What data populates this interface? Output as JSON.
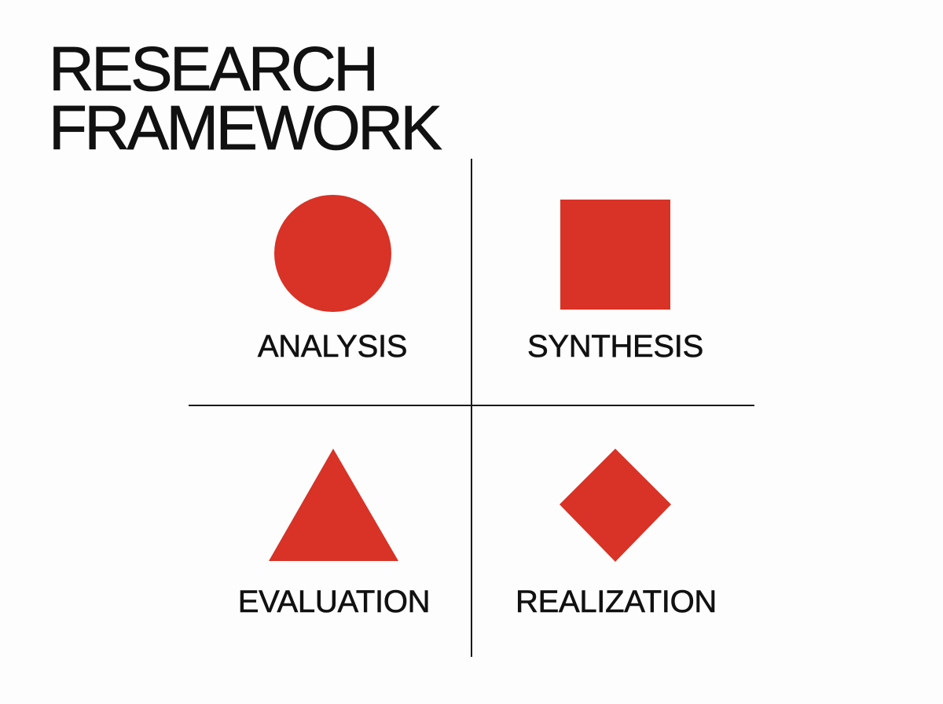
{
  "title": {
    "line1": "RESEARCH",
    "line2": "FRAMEWORK"
  },
  "colors": {
    "accent": "#D93226",
    "text": "#111111",
    "axis": "#1A1A1A",
    "background": "#FDFDFD"
  },
  "quadrants": [
    {
      "position": "top-left",
      "shape": "circle",
      "label": "ANALYSIS"
    },
    {
      "position": "top-right",
      "shape": "square",
      "label": "SYNTHESIS"
    },
    {
      "position": "bottom-left",
      "shape": "triangle",
      "label": "EVALUATION"
    },
    {
      "position": "bottom-right",
      "shape": "diamond",
      "label": "REALIZATION"
    }
  ]
}
